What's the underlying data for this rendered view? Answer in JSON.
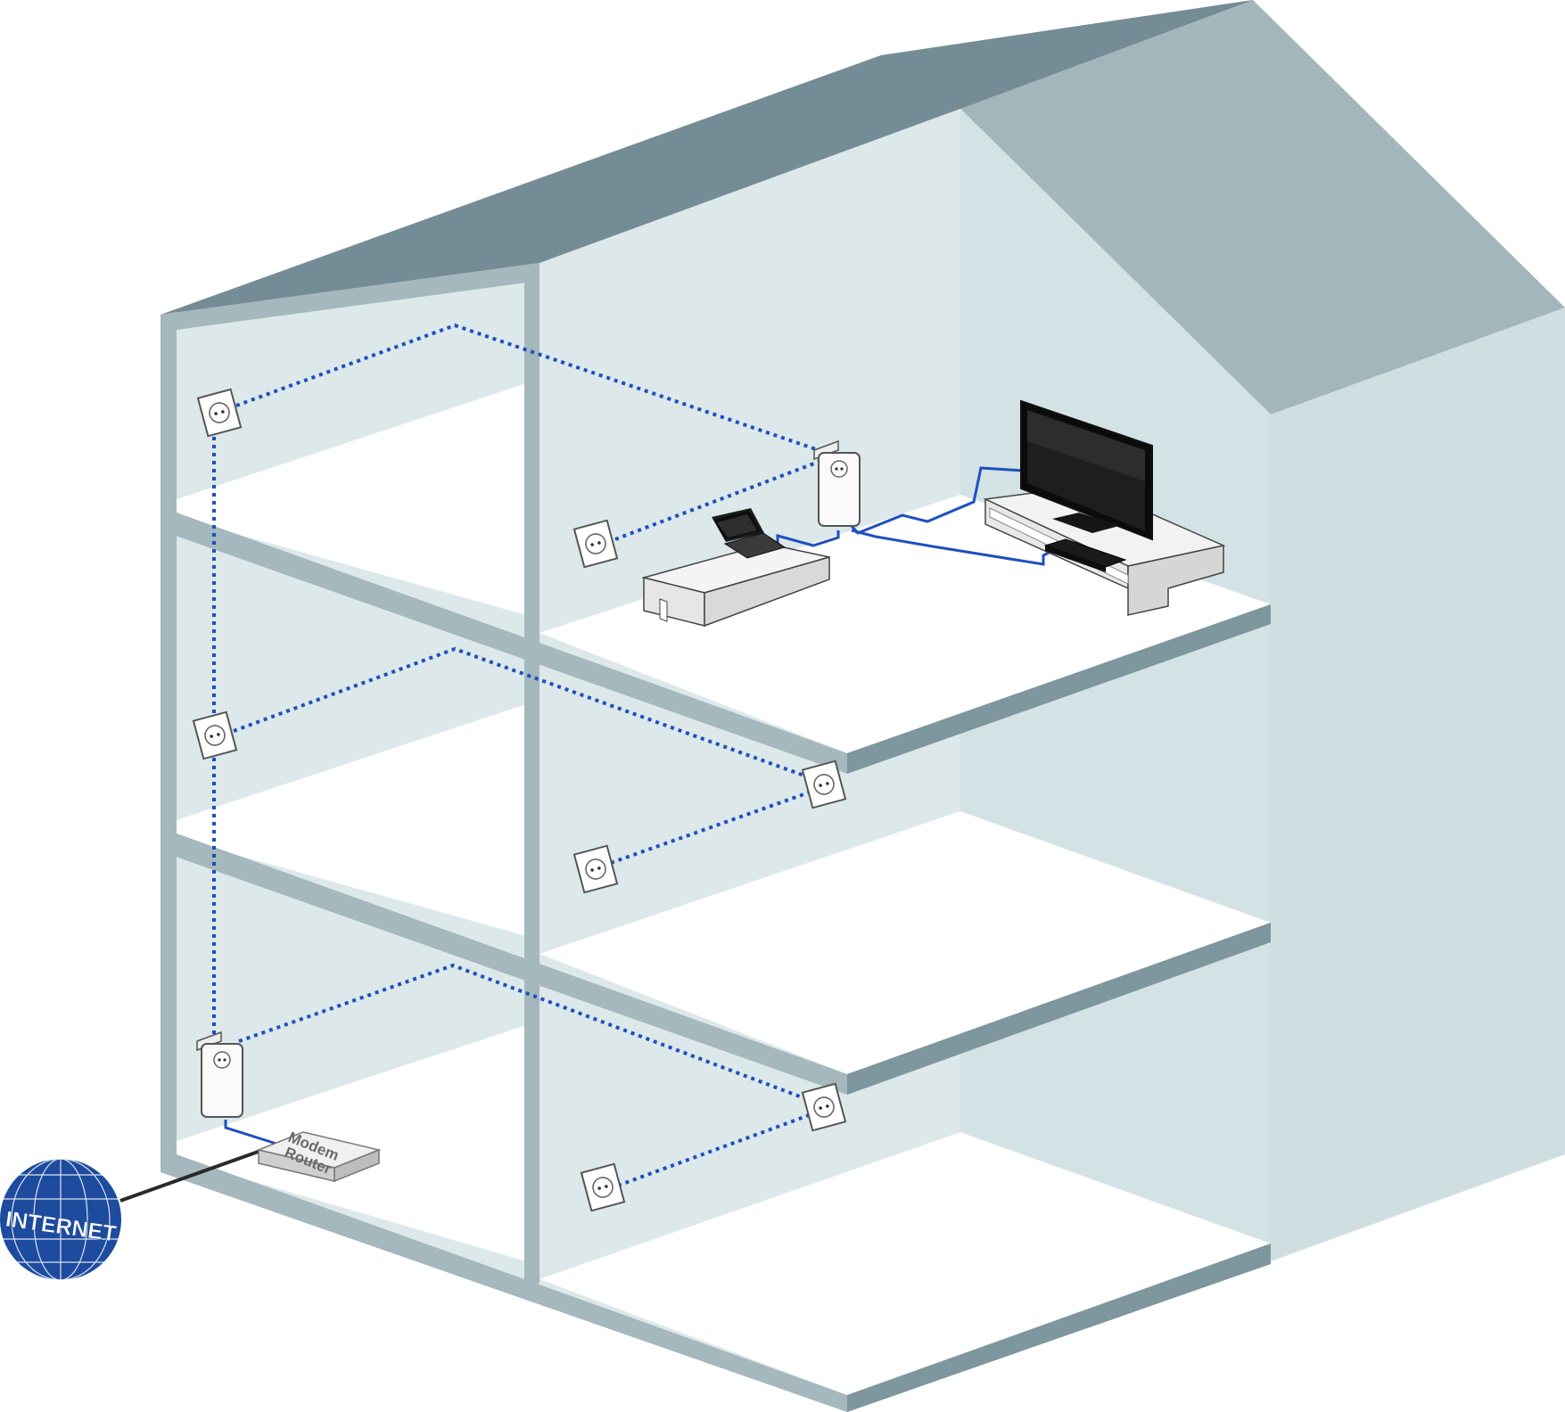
{
  "internet_label": "INTERNET",
  "router_label_line1": "Modem",
  "router_label_line2": "Router",
  "colors": {
    "roof_left": "#748c95",
    "roof_right": "#a3b6bb",
    "wall_frame": "#a4b8bd",
    "slab_edge": "#7e969d",
    "interior_light": "#dce8e9",
    "interior_white": "#ffffff",
    "side_wall": "#cfdfe1",
    "powerline_dotted": "#1f4fbf",
    "ethernet_cable": "#1f4fbf",
    "globe": "#1d4b9e",
    "internet_cable": "#2a2a2a"
  },
  "icons": {
    "sockets": "power-socket-icon",
    "adapters": "powerline-adapter-icon",
    "globe": "internet-globe-icon",
    "router": "modem-router-icon",
    "tv": "television-icon",
    "laptop": "laptop-icon",
    "receiver": "set-top-box-icon"
  }
}
